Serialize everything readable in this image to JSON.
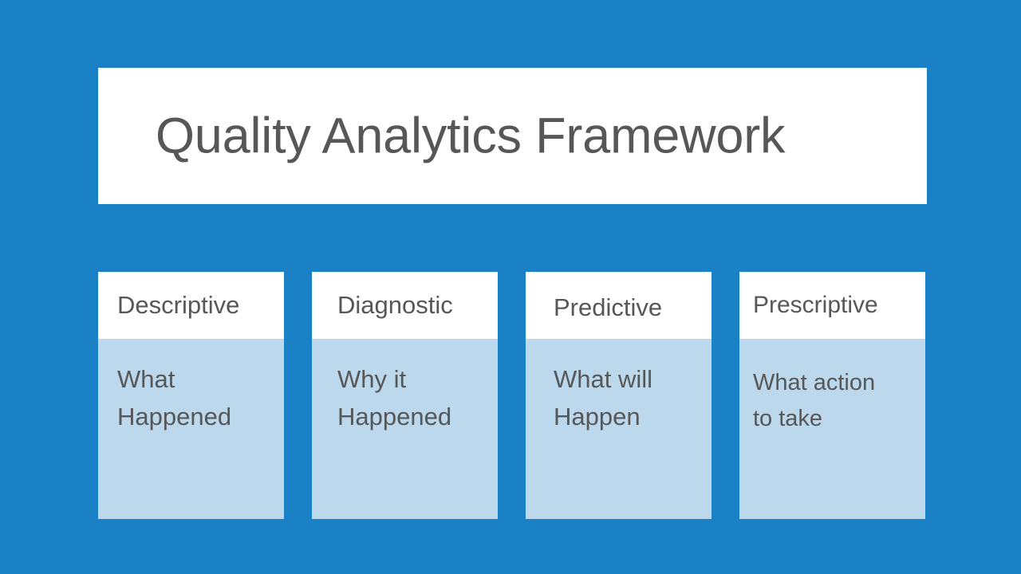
{
  "slide": {
    "background_color": "#1b81c6",
    "title": "Quality Analytics Framework",
    "title_box_color": "#ffffff",
    "text_color": "#575757",
    "card_header_color": "#ffffff",
    "card_body_color": "#bbd8ec",
    "cards": [
      {
        "header": "Descriptive",
        "body": "What\nHappened"
      },
      {
        "header": "Diagnostic",
        "body": "Why it\nHappened"
      },
      {
        "header": "Predictive",
        "body": "What will\nHappen"
      },
      {
        "header": "Prescriptive",
        "body": "What action\nto take"
      }
    ]
  }
}
